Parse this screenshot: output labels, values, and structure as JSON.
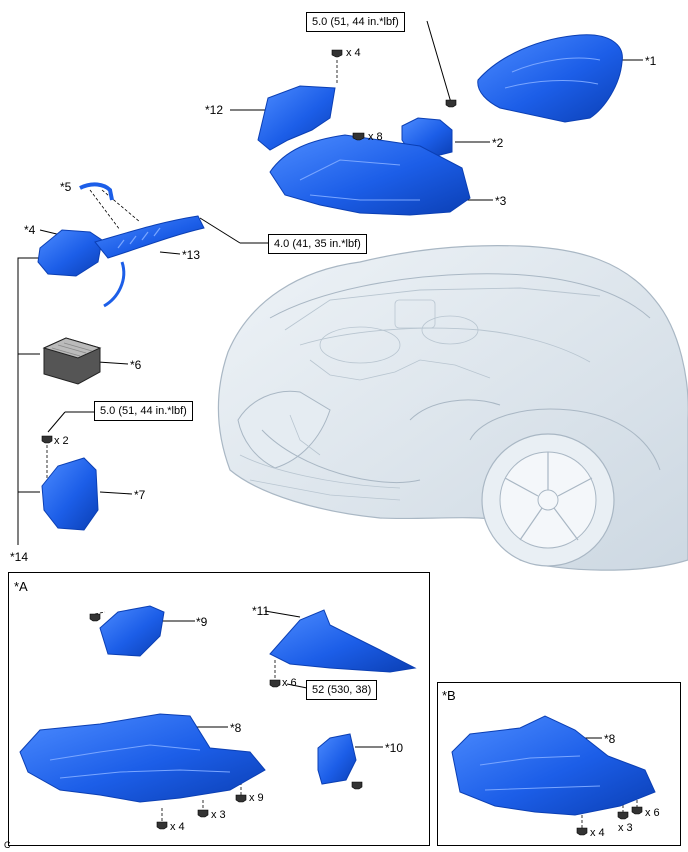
{
  "torques": {
    "t1": "5.0 (51, 44 in.*lbf)",
    "t2": "4.0 (41, 35 in.*lbf)",
    "t3": "5.0 (51, 44 in.*lbf)",
    "t4": "52 (530, 38)"
  },
  "callouts": {
    "c1": "*1",
    "c2": "*2",
    "c3": "*3",
    "c4": "*4",
    "c5": "*5",
    "c6": "*6",
    "c7": "*7",
    "c8a": "*8",
    "c8b": "*8",
    "c9": "*9",
    "c10": "*10",
    "c11": "*11",
    "c12": "*12",
    "c13": "*13",
    "c14": "*14"
  },
  "counts": {
    "q_top4": "x 4",
    "q_top8": "x 8",
    "q_left2": "x 2",
    "q_a6": "x 6",
    "q_a4": "x 4",
    "q_a3": "x 3",
    "q_a9": "x 9",
    "q_b4": "x 4",
    "q_b3": "x 3",
    "q_b6": "x 6"
  },
  "groups": {
    "a": "*A",
    "b": "*B"
  },
  "corner": "C",
  "colors": {
    "part": "#1c5ee8",
    "part_dark": "#0b3fb4",
    "part_light": "#4d8cff",
    "car": "#dde6ee",
    "car_line": "#a9b7c4"
  }
}
